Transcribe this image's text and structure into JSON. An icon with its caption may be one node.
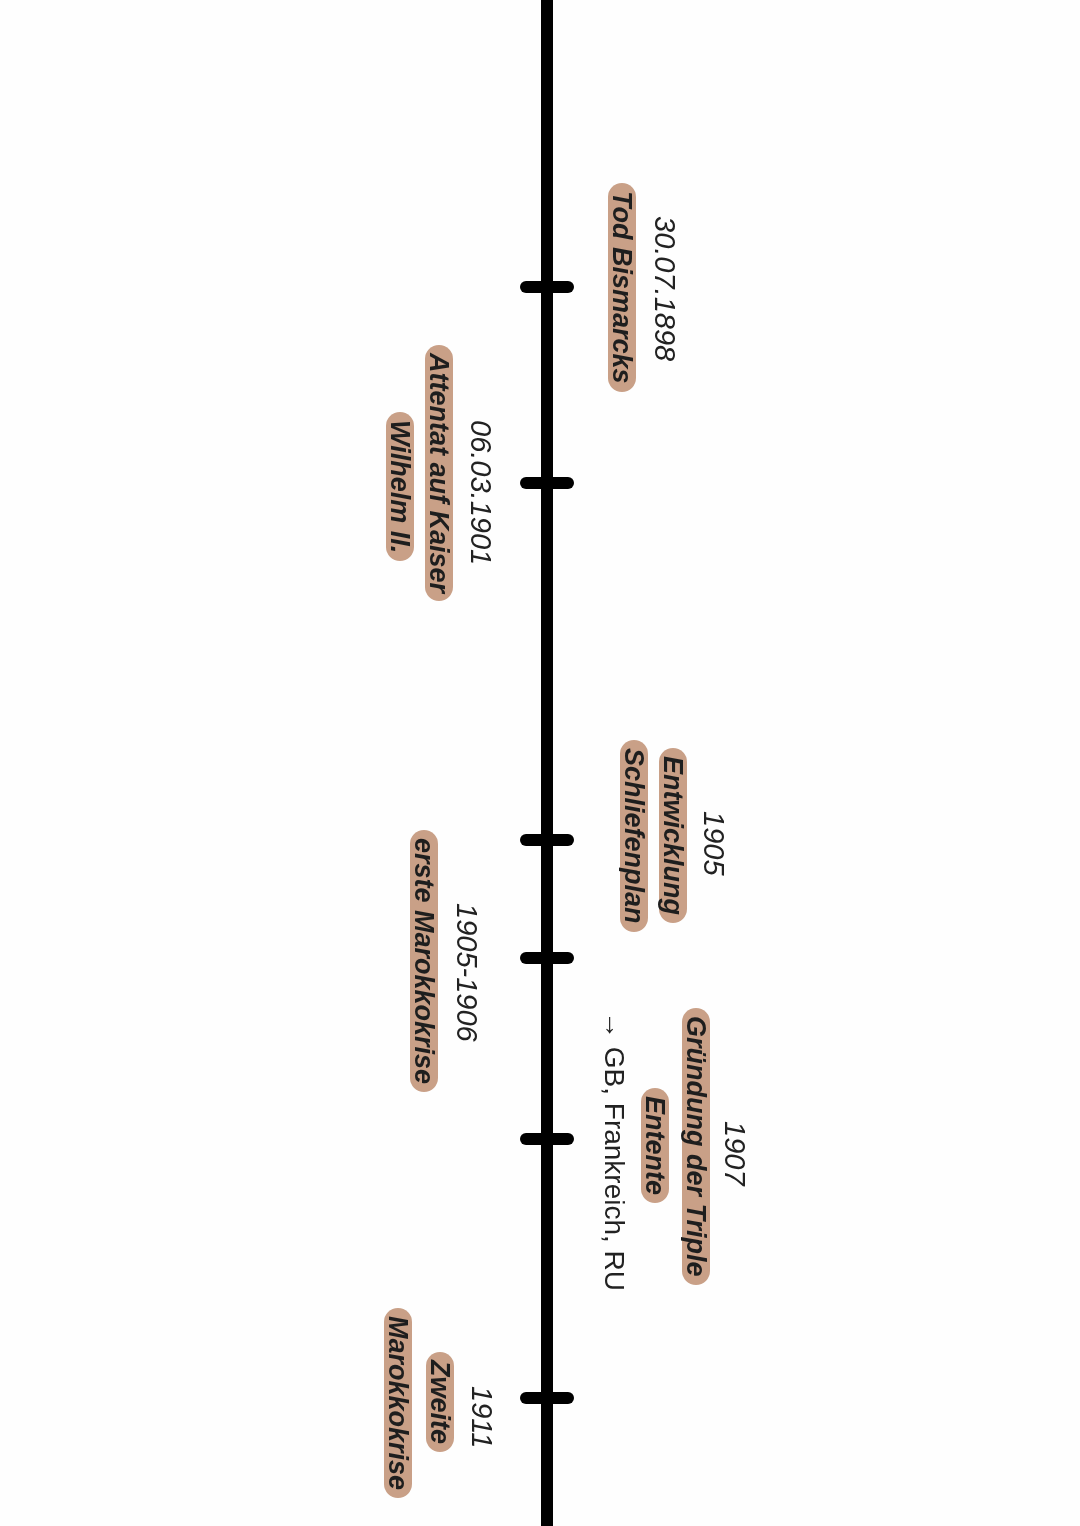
{
  "diagram": {
    "nodes": [
      {
        "text": [
          "Tod Bismarcks"
        ],
        "beside": [
          "30.07.1898"
        ]
      },
      {
        "text": [
          "Attentat auf Kaiser"
        ],
        "beside": [
          "06.03.1901"
        ]
      },
      {
        "text": [
          "Wilhelm II."
        ]
      },
      {
        "text": [
          "Entwicklung"
        ],
        "beside": [
          "1905"
        ]
      },
      {
        "text": [
          "Schliefenplan"
        ]
      },
      {
        "text": [
          "erste Marokkokrise"
        ],
        "beside": [
          "1905-1906"
        ]
      },
      {
        "text": [
          "Gründung der Triple"
        ],
        "beside": [
          "1907"
        ]
      },
      {
        "text": [
          "Entente"
        ]
      },
      {
        "text": [
          "Zweite"
        ],
        "beside": [
          "1911"
        ]
      },
      {
        "text": [
          "Marokkokrise"
        ]
      }
    ],
    "labels": [
      "→ GB, Frankreich, RU"
    ]
  }
}
